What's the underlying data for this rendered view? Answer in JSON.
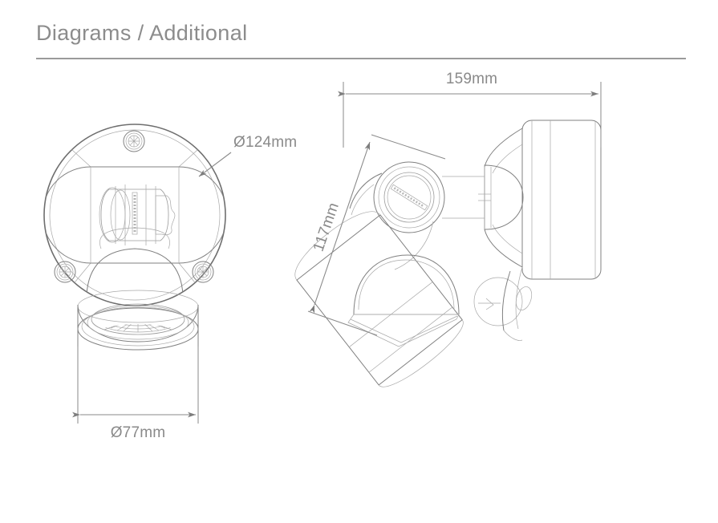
{
  "header": {
    "title": "Diagrams / Additional"
  },
  "drawing": {
    "caption": "Technical dimension drawings of a wall-mounted adjustable spotlight",
    "views": [
      {
        "name": "front-view",
        "description": "Front elevation showing round wall plate, mounting bracket and lamp head with faceted reflector"
      },
      {
        "name": "side-view",
        "description": "Side elevation showing wall plate, knuckle joint with slotted adjustment screw and tilted lamp head"
      }
    ]
  },
  "dimensions": {
    "plate_diameter": "Ø124mm",
    "head_diameter": "Ø77mm",
    "depth": "159mm",
    "height": "117mm"
  },
  "colors": {
    "line": "#808080",
    "title": "#8c8c8c",
    "rule": "#9a9a9a",
    "background": "#ffffff"
  }
}
